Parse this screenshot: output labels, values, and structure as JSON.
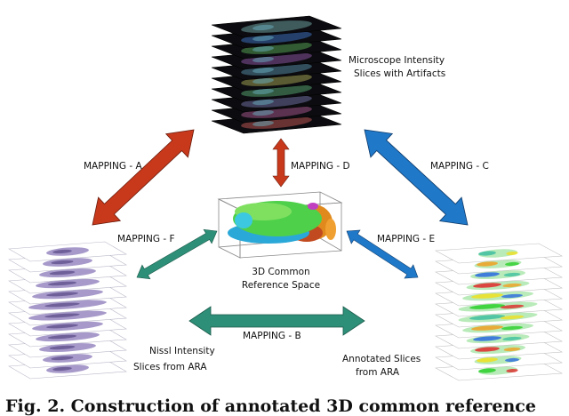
{
  "top_stack": {
    "line1": "Microscope Intensity",
    "line2": "Slices with Artifacts"
  },
  "center": {
    "line1": "3D Common",
    "line2": "Reference Space"
  },
  "left_stack": {
    "line1": "Nissl Intensity",
    "line2": "Slices from ARA"
  },
  "right_stack": {
    "line1": "Annotated Slices",
    "line2": "from ARA"
  },
  "mappings": {
    "a": "MAPPING - A",
    "b": "MAPPING - B",
    "c": "MAPPING - C",
    "d": "MAPPING - D",
    "e": "MAPPING - E",
    "f": "MAPPING - F"
  },
  "colors": {
    "mapping_a": "#c8391c",
    "mapping_b": "#2e8f78",
    "mapping_c": "#1f78c8",
    "mapping_d": "#c8391c",
    "mapping_e": "#1f78c8",
    "mapping_f": "#2e8f78"
  },
  "caption": "Fig. 2. Construction of annotated 3D common reference"
}
